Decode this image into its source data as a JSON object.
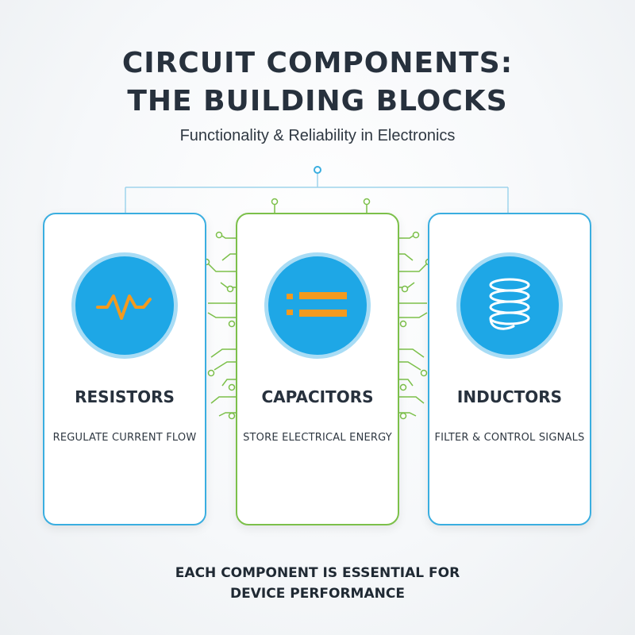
{
  "header": {
    "title_line1": "CIRCUIT COMPONENTS:",
    "title_line2": "THE BUILDING BLOCKS",
    "subtitle": "Functionality & Reliability in Electronics"
  },
  "components": [
    {
      "name": "RESISTORS",
      "description": "REGULATE CURRENT FLOW",
      "icon": "resistor-zigzag-icon",
      "accent": "#3aaee0"
    },
    {
      "name": "CAPACITORS",
      "description": "STORE ELECTRICAL ENERGY",
      "icon": "capacitor-plates-icon",
      "accent": "#7cc04a"
    },
    {
      "name": "INDUCTORS",
      "description": "FILTER & CONTROL SIGNALS",
      "icon": "inductor-coil-icon",
      "accent": "#3aaee0"
    }
  ],
  "footer": {
    "line1": "EACH COMPONENT IS ESSENTIAL FOR",
    "line2": "DEVICE PERFORMANCE"
  },
  "colors": {
    "icon_fill": "#1ea7e6",
    "icon_ring": "#a8dcf5",
    "icon_stroke": "#f39a1e",
    "blue_line": "#9fd4ec",
    "green_line": "#7cc04a",
    "text_dark": "#27313d"
  }
}
